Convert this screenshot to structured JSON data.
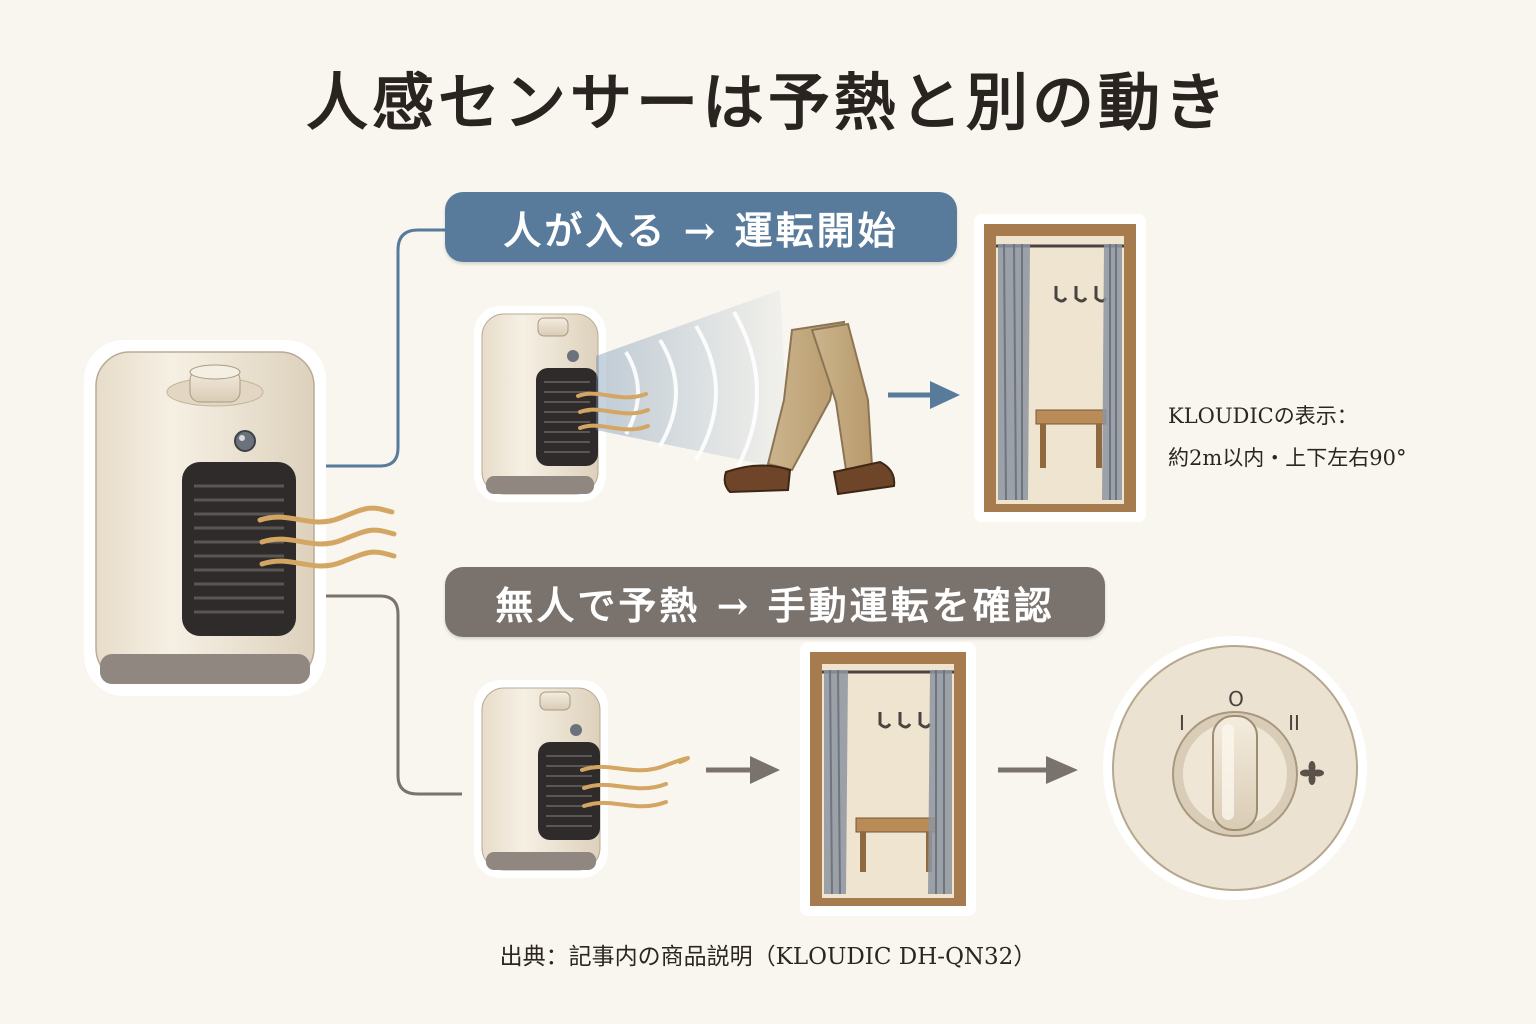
{
  "title": "人感センサーは予熱と別の動き",
  "top_flow": {
    "label": "人が入る → 運転開始"
  },
  "bottom_flow": {
    "label": "無人で予熱 → 手動運転を確認"
  },
  "sensor_note": {
    "line1": "KLOUDICの表示：",
    "line2": "約2m以内・上下左右90°"
  },
  "dial": {
    "mark_off": "O",
    "mark_1": "I",
    "mark_2": "II"
  },
  "source": "出典：記事内の商品説明（KLOUDIC DH-QN32）",
  "colors": {
    "background": "#f9f6ef",
    "top_accent": "#587b9c",
    "bottom_accent": "#7a726d",
    "heater_body": "#f2eadb",
    "warm_air": "#d4a663",
    "wood": "#a67c4e"
  },
  "icons": [
    "heater-icon",
    "sensor-wave-icon",
    "walking-legs-icon",
    "fitting-room-icon",
    "dial-icon",
    "fan-icon",
    "arrow-right-icon"
  ]
}
